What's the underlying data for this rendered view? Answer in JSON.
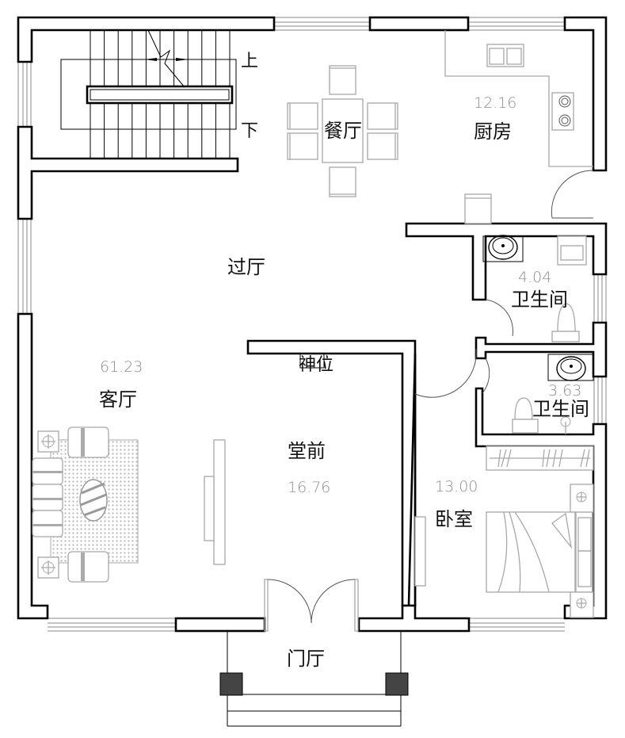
{
  "plan": {
    "type": "residential floor plan",
    "rooms": [
      {
        "id": "kitchen",
        "name": "厨房",
        "area": "12.16"
      },
      {
        "id": "dining",
        "name": "餐厅",
        "area": null
      },
      {
        "id": "hall",
        "name": "过厅",
        "area": null
      },
      {
        "id": "bath1",
        "name": "卫生间",
        "area": "4.04"
      },
      {
        "id": "bath2",
        "name": "卫生间",
        "area": "3.63"
      },
      {
        "id": "living",
        "name": "客厅",
        "area": "61.23"
      },
      {
        "id": "front_hall",
        "name": "堂前",
        "area": "16.76"
      },
      {
        "id": "bedroom",
        "name": "卧室",
        "area": "13.00"
      },
      {
        "id": "entry",
        "name": "门厅",
        "area": null
      }
    ],
    "annotations": {
      "stair_up": "上",
      "stair_down": "下",
      "shrine": "神位"
    }
  },
  "colors": {
    "wall": "#000000",
    "furniture": "#a8a8a8",
    "area_text": "#8f8f8f",
    "column": "#444444"
  }
}
